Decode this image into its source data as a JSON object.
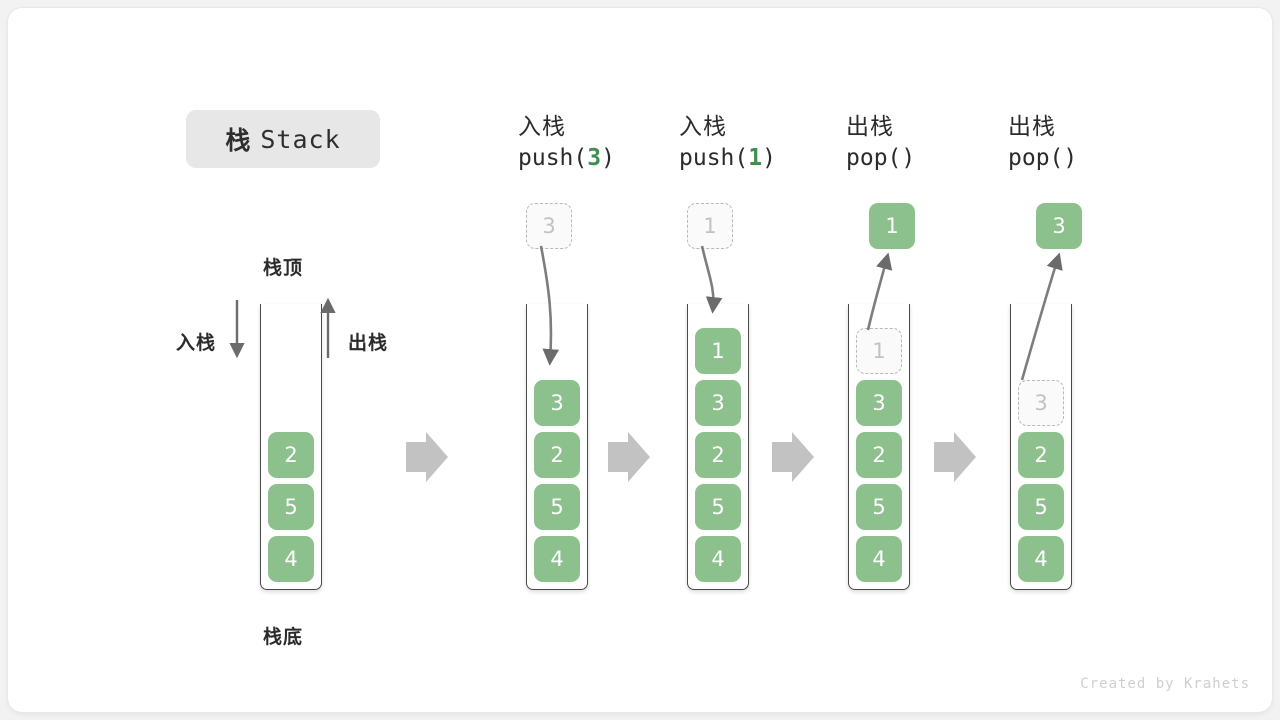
{
  "title": {
    "cn": "栈",
    "en": "Stack"
  },
  "credit": "Created by Krahets",
  "colors": {
    "cell_green": "#8cc08d",
    "ghost_border": "#b8b8b8",
    "arrow_gray": "#808080",
    "block_arrow": "#c2c2c2",
    "wall": "#4a4a4a",
    "pill_bg": "#e7e7e7"
  },
  "left_diagram": {
    "top_label": "栈顶",
    "bottom_label": "栈底",
    "push_label": "入栈",
    "pop_label": "出栈",
    "cells": [
      "2",
      "5",
      "4"
    ]
  },
  "steps": [
    {
      "id": "push-3",
      "op_cn": "入栈",
      "op_code_prefix": "push(",
      "op_code_arg": "3",
      "op_code_suffix": ")",
      "floating": {
        "value": "3",
        "style": "ghost"
      },
      "arrow": "down-into-stack",
      "cells": [
        "3",
        "2",
        "5",
        "4"
      ],
      "ghost_cells": []
    },
    {
      "id": "push-1",
      "op_cn": "入栈",
      "op_code_prefix": "push(",
      "op_code_arg": "1",
      "op_code_suffix": ")",
      "floating": {
        "value": "1",
        "style": "ghost"
      },
      "arrow": "down-into-stack",
      "cells": [
        "1",
        "3",
        "2",
        "5",
        "4"
      ],
      "ghost_cells": []
    },
    {
      "id": "pop-1",
      "op_cn": "出栈",
      "op_code_prefix": "pop(",
      "op_code_arg": "",
      "op_code_suffix": ")",
      "floating": {
        "value": "1",
        "style": "solid"
      },
      "arrow": "up-out-of-stack",
      "cells": [
        "1",
        "3",
        "2",
        "5",
        "4"
      ],
      "ghost_cells": [
        "1"
      ]
    },
    {
      "id": "pop-3",
      "op_cn": "出栈",
      "op_code_prefix": "pop(",
      "op_code_arg": "",
      "op_code_suffix": ")",
      "floating": {
        "value": "3",
        "style": "solid"
      },
      "arrow": "up-out-of-stack",
      "cells": [
        "3",
        "2",
        "5",
        "4"
      ],
      "ghost_cells": [
        "3"
      ]
    }
  ],
  "separators": [
    "block-arrow-right",
    "block-arrow-right",
    "block-arrow-right",
    "block-arrow-right"
  ]
}
